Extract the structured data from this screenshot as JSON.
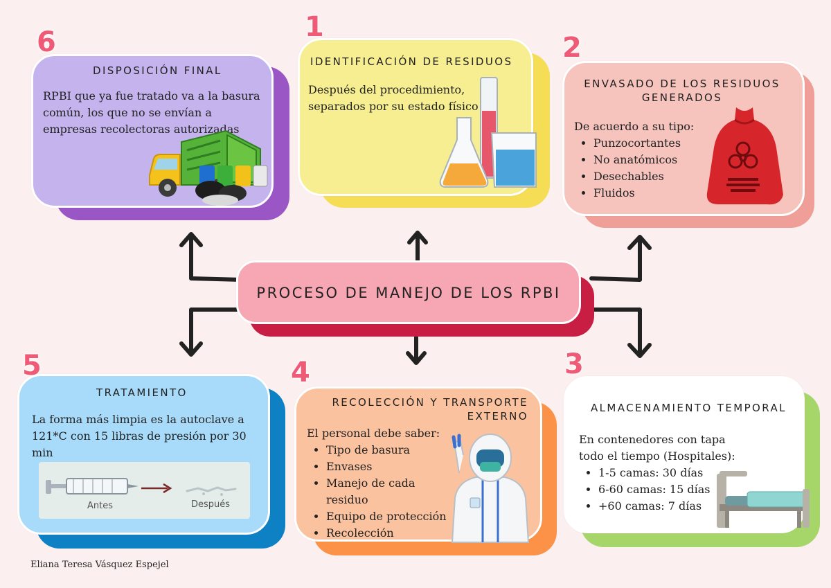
{
  "center": {
    "title": "PROCESO DE MANEJO DE LOS RPBI"
  },
  "steps": [
    {
      "number": "1",
      "title": "Identificación de residuos",
      "text": "Después del procedimiento, separados por su estado físico"
    },
    {
      "number": "2",
      "title": "Envasado de los residuos generados",
      "intro": "De acuerdo a su tipo:",
      "items": [
        "Punzocortantes",
        "No anatómicos",
        "Desechables",
        "Fluidos"
      ]
    },
    {
      "number": "3",
      "title": "Almacenamiento temporal",
      "intro": "En contenedores con tapa todo el tiempo (Hospitales):",
      "items": [
        "1-5 camas: 30 días",
        "6-60 camas: 15 días",
        "+60 camas: 7 días"
      ]
    },
    {
      "number": "4",
      "title": "Recolección y transporte externo",
      "intro": "El personal debe saber:",
      "items": [
        "Tipo de basura",
        "Envases",
        "Manejo de cada residuo",
        "Equipo de protección",
        "Recolección"
      ]
    },
    {
      "number": "5",
      "title": "Tratamiento",
      "text": "La forma más limpia es la autoclave a 121*C con 15 libras de presión por 30 min",
      "before_label": "Antes",
      "after_label": "Después"
    },
    {
      "number": "6",
      "title": "Disposición final",
      "text": "RPBI que ya fue tratado va a la basura común, los que no se envían a empresas recolectoras autorizadas"
    }
  ],
  "author": "Eliana Teresa Vásquez Espejel",
  "colors": {
    "background": "#fcefef",
    "number": "#ef5a76",
    "center_fill": "#f7a6b3",
    "center_shadow": "#c81e44",
    "card1_fill": "#f6ee90",
    "card1_shadow": "#f5dd55",
    "card2_fill": "#f6c3bd",
    "card2_shadow": "#ef9f98",
    "card3_fill": "#ffffff",
    "card3_shadow": "#a6d56a",
    "card4_fill": "#fbc29f",
    "card4_shadow": "#fb9248",
    "card5_fill": "#a8dbfa",
    "card5_shadow": "#0e80c4",
    "card6_fill": "#c5b3ee",
    "card6_shadow": "#9a56c4"
  },
  "icons": [
    "lab-glassware-icon",
    "biohazard-bag-icon",
    "hospital-bed-icon",
    "hazmat-worker-icon",
    "syringe-icon",
    "garbage-truck-icon"
  ]
}
